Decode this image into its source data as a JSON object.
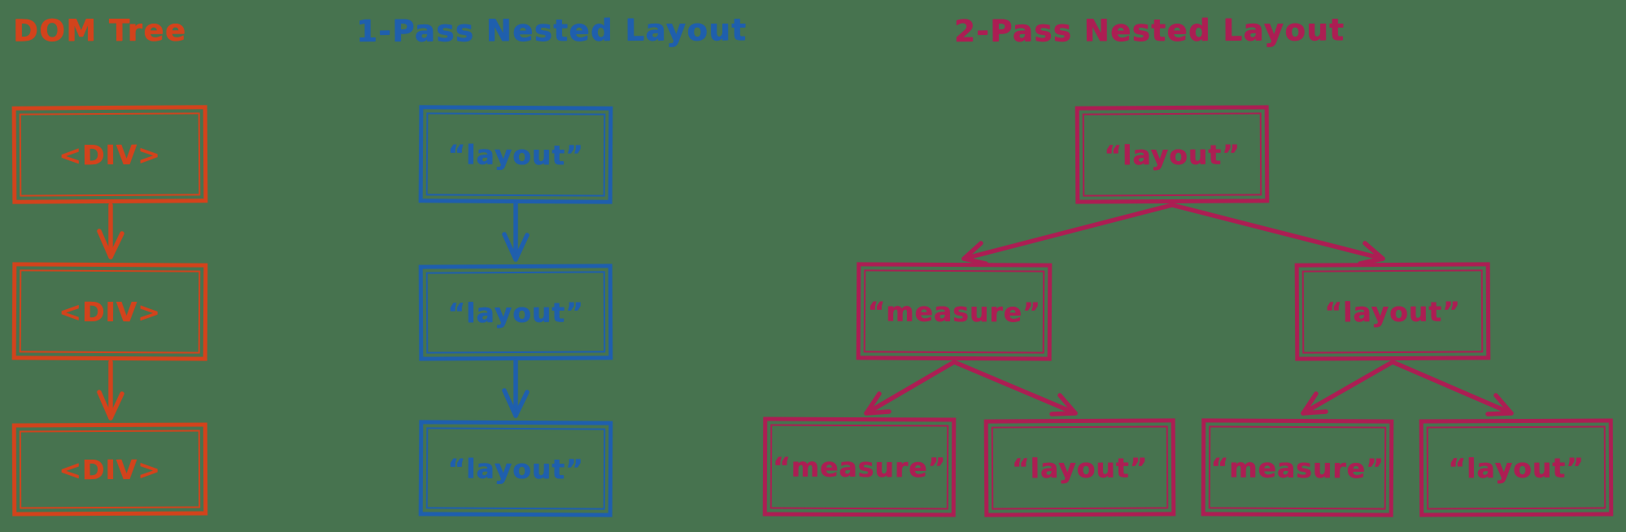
{
  "canvas": {
    "background_color": "#47734F"
  },
  "sections": [
    {
      "title": "DOM Tree",
      "color": "#D2431C",
      "nodes": [
        {
          "label": "<DIV>"
        },
        {
          "label": "<DIV>"
        },
        {
          "label": "<DIV>"
        }
      ]
    },
    {
      "title": "1-Pass Nested Layout",
      "color": "#1F5FAD",
      "nodes": [
        {
          "label": "“layout”"
        },
        {
          "label": "“layout”"
        },
        {
          "label": "“layout”"
        }
      ]
    },
    {
      "title": "2-Pass Nested Layout",
      "color": "#AC1E53",
      "nodes": {
        "root": {
          "label": "“layout”"
        },
        "left_child": {
          "label": "“measure”"
        },
        "right_child": {
          "label": "“layout”"
        },
        "leaf_1": {
          "label": "“measure”"
        },
        "leaf_2": {
          "label": "“layout”"
        },
        "leaf_3": {
          "label": "“measure”"
        },
        "leaf_4": {
          "label": "“layout”"
        }
      }
    }
  ]
}
